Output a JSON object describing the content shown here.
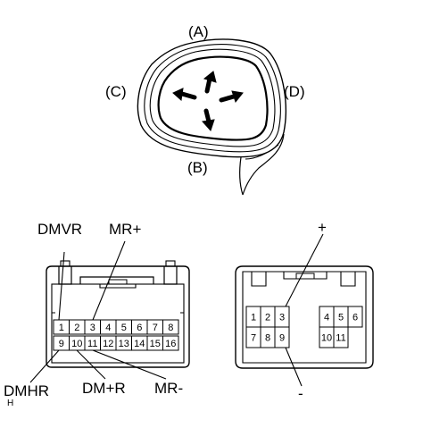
{
  "mirror": {
    "label_top": "(A)",
    "label_left": "(C)",
    "label_right": "(D)",
    "label_bottom": "(B)",
    "arrow_icon": "directional-arrows-icon"
  },
  "connector_left": {
    "label_dmvr": "DMVR",
    "label_mr_plus": "MR+",
    "label_dmhr": "DMHR",
    "label_dmhr_sub": "H",
    "label_dm_r": "DM+R",
    "label_mr_minus": "MR-",
    "pins_top": [
      "1",
      "2",
      "3",
      "4",
      "5",
      "6",
      "7",
      "8"
    ],
    "pins_bottom": [
      "9",
      "10",
      "11",
      "12",
      "13",
      "14",
      "15",
      "16"
    ]
  },
  "connector_right": {
    "label_plus": "+",
    "label_minus": "-",
    "pins_row1_left": [
      "1",
      "2",
      "3"
    ],
    "pins_row2_left": [
      "7",
      "8",
      "9"
    ],
    "pins_row1_right": [
      "4",
      "5",
      "6"
    ],
    "pins_row2_right": [
      "10",
      "11"
    ]
  }
}
